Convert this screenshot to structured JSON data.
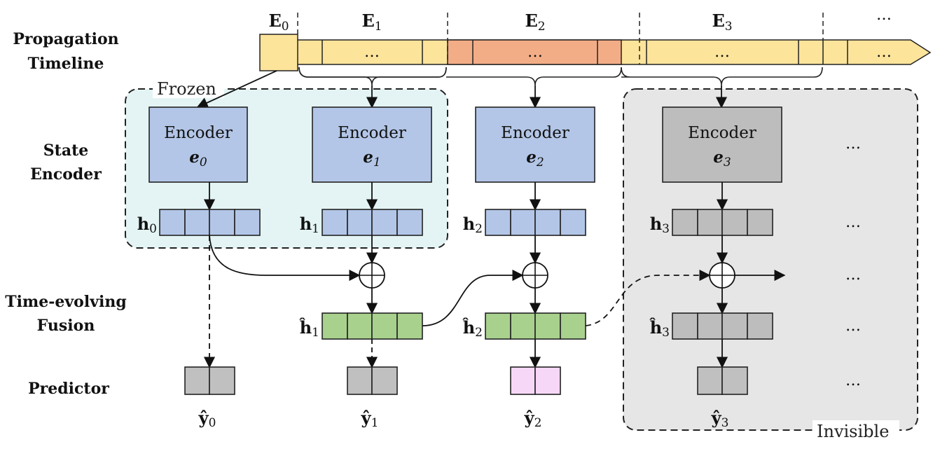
{
  "row_labels": {
    "timeline_1": "Propagation",
    "timeline_2": "Timeline",
    "state_1": "State",
    "state_2": "Encoder",
    "fusion_1": "Time-evolving",
    "fusion_2": "Fusion",
    "predictor": "Predictor"
  },
  "regions": {
    "frozen": "Frozen",
    "invisible": "Invisible"
  },
  "timeline": {
    "segments": [
      {
        "label": "E",
        "sub": "0"
      },
      {
        "label": "E",
        "sub": "1"
      },
      {
        "label": "E",
        "sub": "2"
      },
      {
        "label": "E",
        "sub": "3"
      }
    ],
    "ellipsis": "…"
  },
  "encoders": [
    {
      "word": "Encoder",
      "sym": "e",
      "sub": "0"
    },
    {
      "word": "Encoder",
      "sym": "e",
      "sub": "1"
    },
    {
      "word": "Encoder",
      "sym": "e",
      "sub": "2"
    },
    {
      "word": "Encoder",
      "sym": "e",
      "sub": "3"
    }
  ],
  "states": [
    {
      "sym": "h",
      "sub": "0"
    },
    {
      "sym": "h",
      "sub": "1"
    },
    {
      "sym": "h",
      "sub": "2"
    },
    {
      "sym": "h",
      "sub": "3"
    }
  ],
  "fused": [
    {
      "sym": "ĥ",
      "sub": "1"
    },
    {
      "sym": "ĥ",
      "sub": "2"
    },
    {
      "sym": "ĥ",
      "sub": "3"
    }
  ],
  "predictions": [
    {
      "sym": "ŷ",
      "sub": "0"
    },
    {
      "sym": "ŷ",
      "sub": "1"
    },
    {
      "sym": "ŷ",
      "sub": "2"
    },
    {
      "sym": "ŷ",
      "sub": "3"
    }
  ],
  "ellipsis": "…",
  "colors": {
    "timeline_yellow": "#fde49b",
    "timeline_orange": "#f3ad86",
    "encoder_blue": "#b3c6e7",
    "encoder_gray": "#bdbdbd",
    "fused_green": "#a9d18e",
    "pred_gray": "#c0c0c0",
    "pred_pink": "#f7d7f7",
    "frozen_bg": "#e4f4f4",
    "invisible_bg": "#e6e6e6"
  }
}
